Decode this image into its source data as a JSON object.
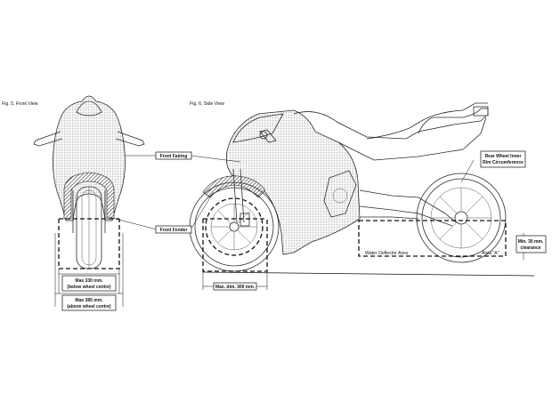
{
  "figures": {
    "front_title": "Fig. 5, Front View",
    "side_title": "Fig. 6, Side View"
  },
  "labels": {
    "front_fairing": "Front Fairing",
    "front_fender": "Front Fender",
    "rear_wheel_line1": "Rear Wheel Inner",
    "rear_wheel_line2": "Rim Circumference",
    "water_deflector": "Water Deflector Area",
    "area_a": "Area \"A\"",
    "min_clearance_line1": "Min. 30 mm.",
    "min_clearance_line2": "clearance"
  },
  "dimensions": {
    "max330_line1": "Max 330 mm.",
    "max330_line2": "(below wheel centre)",
    "max385_line1": "Max 385 mm.",
    "max385_line2": "(above wheel centre)",
    "side_dim": "Max. dim. 300 mm."
  },
  "colors": {
    "hatch": "#9a9a9a",
    "line": "#2a2a2a"
  }
}
